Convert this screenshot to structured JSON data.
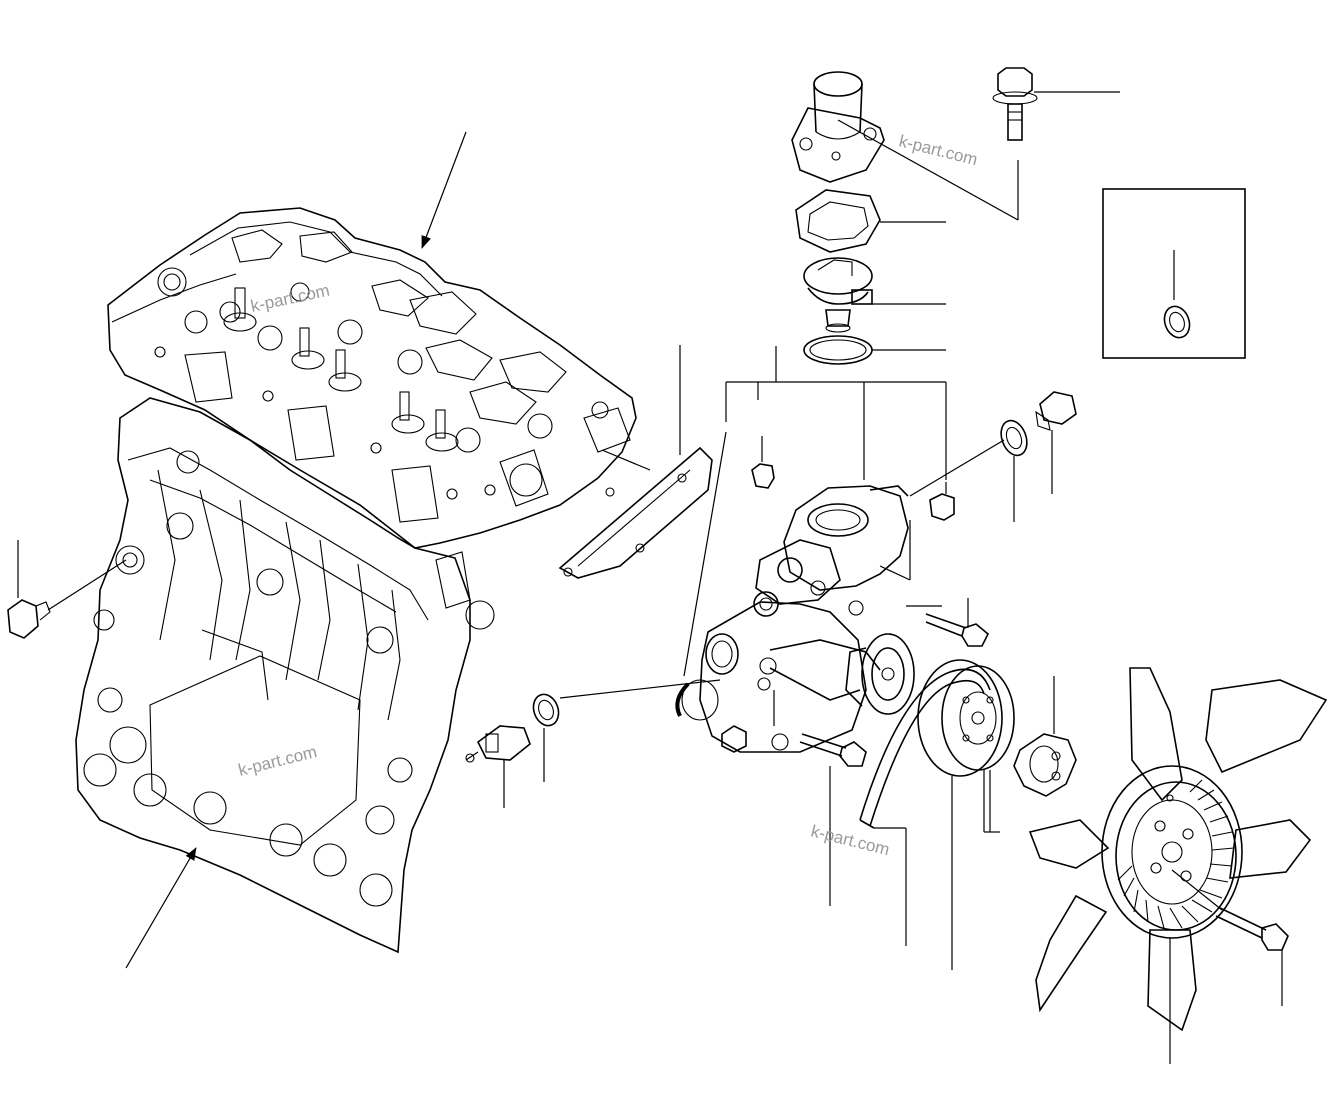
{
  "watermarks": [
    "k-part.com",
    "k-part.com",
    "k-part.com",
    "k-part.com"
  ],
  "colors": {
    "line": "#000000",
    "background": "#ffffff",
    "watermark": "#9a9a9a"
  },
  "icons": {
    "callout_arrow": "arrow-icon",
    "detail_inset": "washer-detail"
  }
}
